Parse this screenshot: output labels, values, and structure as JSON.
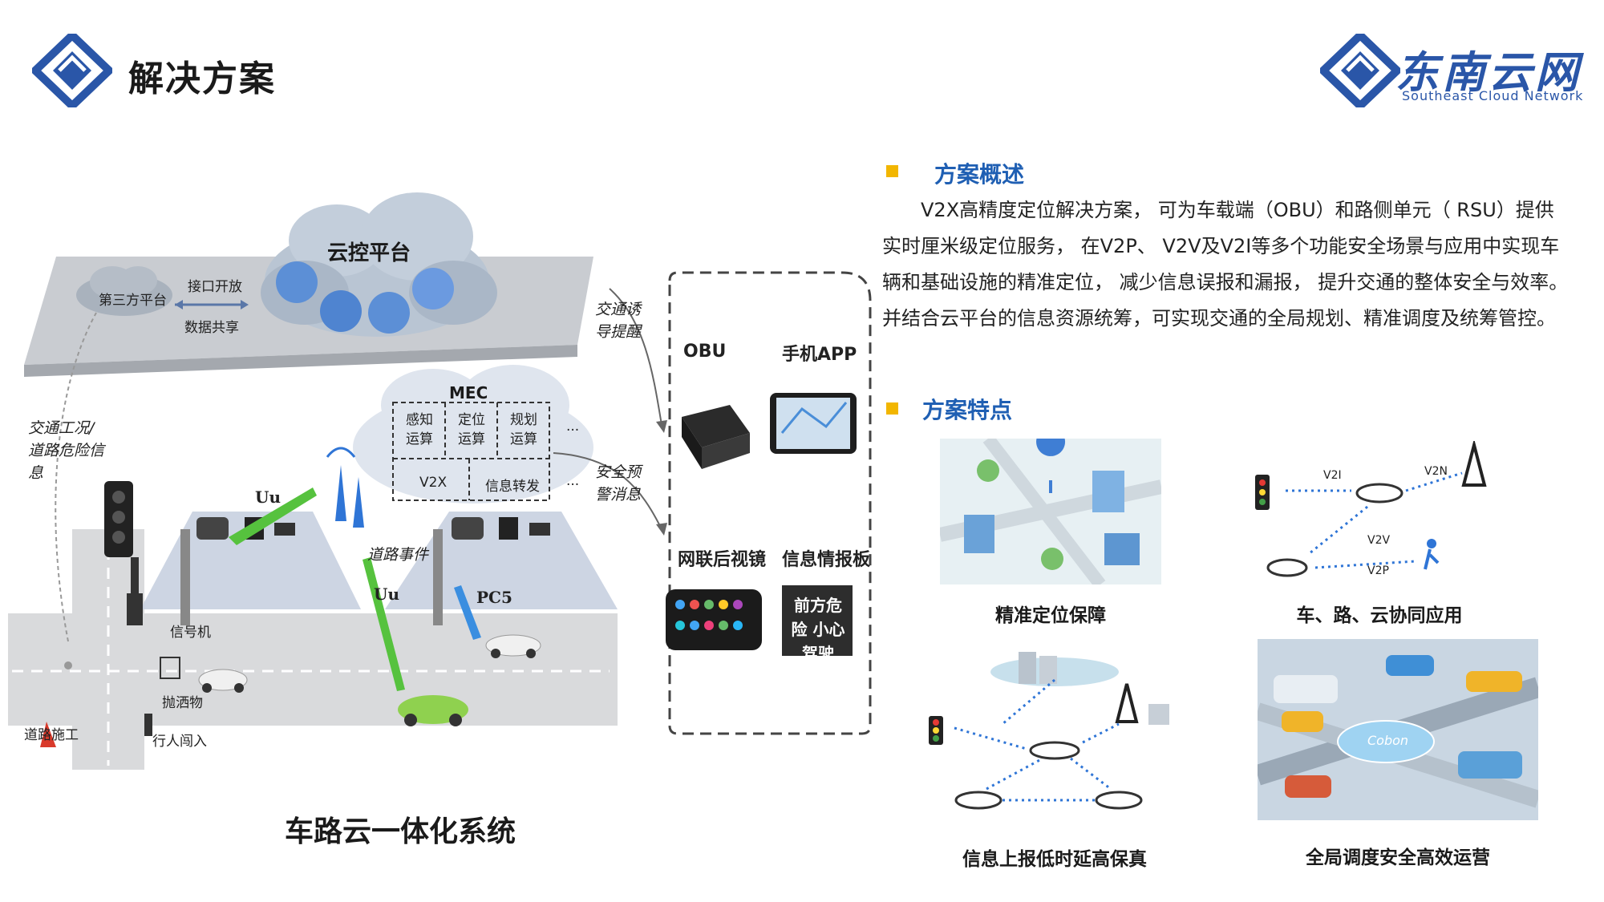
{
  "header": {
    "title": "解决方案",
    "brand_cn": "东南云网",
    "brand_en": "Southeast Cloud Network"
  },
  "colors": {
    "accent_blue": "#1f5fb3",
    "bullet_yellow": "#f2b600",
    "logo_blue": "#2a56a8"
  },
  "diagram": {
    "caption": "车路云一体化系统",
    "cloud_label": "云控平台",
    "third_party": "第三方平台",
    "interface_open": "接口开放",
    "data_share": "数据共享",
    "mec": "MEC",
    "mec_cells": [
      "感知运算",
      "定位运算",
      "规划运算",
      "V2X",
      "信息转发"
    ],
    "mec_dots": "...",
    "traffic_info": "交通工况/道路危险信息",
    "traffic_prompt": "交通诱导提醒",
    "safety_msg": "安全预警消息",
    "road_event": "道路事件",
    "uu1": "Uu",
    "uu2": "Uu",
    "pc5": "PC5",
    "signal": "信号机",
    "debris": "抛洒物",
    "pedestrian": "行人闯入",
    "construction": "道路施工",
    "devices": [
      "OBU",
      "手机APP",
      "网联后视镜",
      "信息情报板"
    ],
    "info_board_text": "前方危险 小心驾驶"
  },
  "overview": {
    "title": "方案概述",
    "text": "V2X高精度定位解决方案， 可为车载端（OBU）和路侧单元（ RSU）提供实时厘米级定位服务， 在V2P、 V2V及V2I等多个功能安全场景与应用中实现车辆和基础设施的精准定位， 减少信息误报和漏报， 提升交通的整体安全与效率。并结合云平台的信息资源统筹，可实现交通的全局规划、精准调度及统筹管控。"
  },
  "features": {
    "title": "方案特点",
    "items": [
      "精准定位保障",
      "车、路、云协同应用",
      "信息上报低时延高保真",
      "全局调度安全高效运营"
    ],
    "v2x_labels": [
      "V2I",
      "V2N",
      "V2V",
      "V2P"
    ],
    "cobon": "Cobon"
  }
}
